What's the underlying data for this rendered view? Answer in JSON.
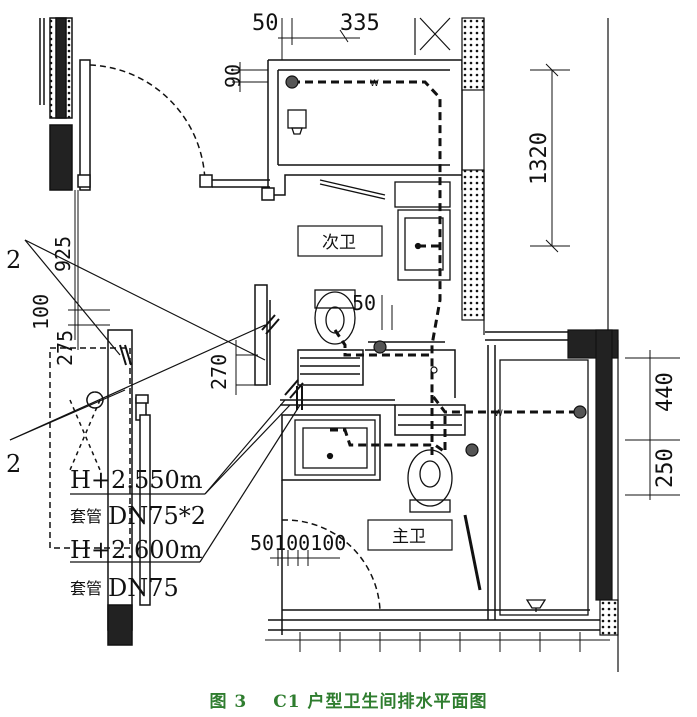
{
  "drawing": {
    "dimensions": {
      "d50_top": "50",
      "d335_top": "335",
      "d90": "90",
      "d1320": "1320",
      "d925": "925",
      "d100": "100",
      "d275": "275",
      "d270": "270",
      "d50_mid": "50",
      "d440": "440",
      "d250": "250",
      "d50100100": "50100100"
    },
    "rooms": {
      "secondary_bath": "次卫",
      "master_bath": "主卫"
    },
    "pipe_marker": "W",
    "leader_numbers": {
      "upper": "2",
      "lower": "2"
    },
    "notes": {
      "elevation_1": "H+2.550m",
      "sleeve_label_1": "套管",
      "sleeve_size_1": "DN75*2",
      "elevation_2": "H+2.600m",
      "sleeve_label_2": "套管",
      "sleeve_size_2": "DN75"
    }
  },
  "caption": {
    "figure_number": "图 3",
    "title": "C1 户型卫生间排水平面图"
  },
  "colors": {
    "caption": "#2f7d2f",
    "line": "#111111",
    "wall_fill": "#222222"
  }
}
